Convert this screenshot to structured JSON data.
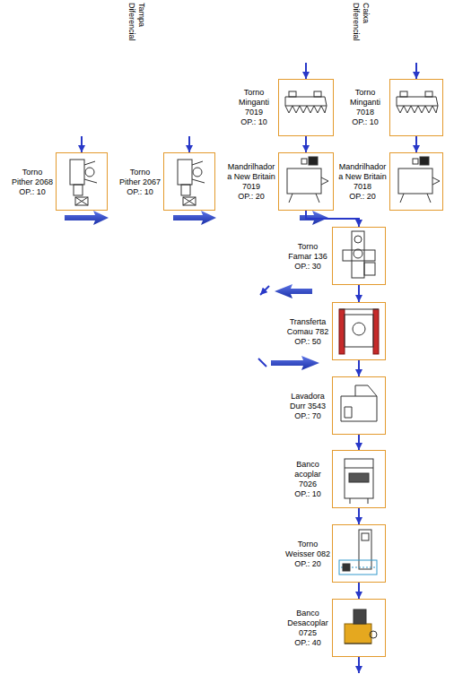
{
  "diagram": {
    "nodes": [
      {
        "text": [
          "Torno Pither 2068",
          "OP.: 10"
        ]
      },
      {
        "text": [
          "Torno Pither 2067",
          "OP.: 10"
        ]
      },
      {
        "text": [
          "Torno Minganti 7019",
          "OP.: 10"
        ]
      },
      {
        "text": [
          "Torno Minganti 7018",
          "OP.: 10"
        ]
      },
      {
        "text": [
          "Mandrilhador a New Britain 7019",
          "OP.: 20"
        ]
      },
      {
        "text": [
          "Mandrilhador a New Britain 7018",
          "OP.: 20"
        ]
      },
      {
        "text": [
          "Torno Famar 136",
          "OP.: 30"
        ]
      },
      {
        "text": [
          "Transferta Comau 782",
          "OP.: 50"
        ]
      },
      {
        "text": [
          "Lavadora Durr 3543",
          "OP.: 70"
        ]
      },
      {
        "text": [
          "Banco acoplar 7026",
          "OP.: 10"
        ]
      },
      {
        "text": [
          "Torno Weisser 082",
          "OP.: 20"
        ]
      },
      {
        "text": [
          "Banco Desacoplar 0725",
          "OP.: 40"
        ]
      }
    ],
    "edges": [
      {
        "from": 2,
        "to": 4,
        "arrow": "to"
      },
      {
        "from": 3,
        "to": 5,
        "arrow": "to"
      },
      {
        "from": 4,
        "to": 6,
        "arrow": "to"
      },
      {
        "from": 6,
        "to": 7,
        "arrow": "to"
      },
      {
        "from": 7,
        "to": 8,
        "arrow": "to"
      },
      {
        "from": 8,
        "to": 9,
        "arrow": "to"
      },
      {
        "from": 9,
        "to": 10,
        "arrow": "to"
      },
      {
        "from": 10,
        "to": 11,
        "arrow": "to"
      }
    ],
    "labels": [
      "Tampa Diferencial",
      "Caixa Diferencial"
    ]
  }
}
